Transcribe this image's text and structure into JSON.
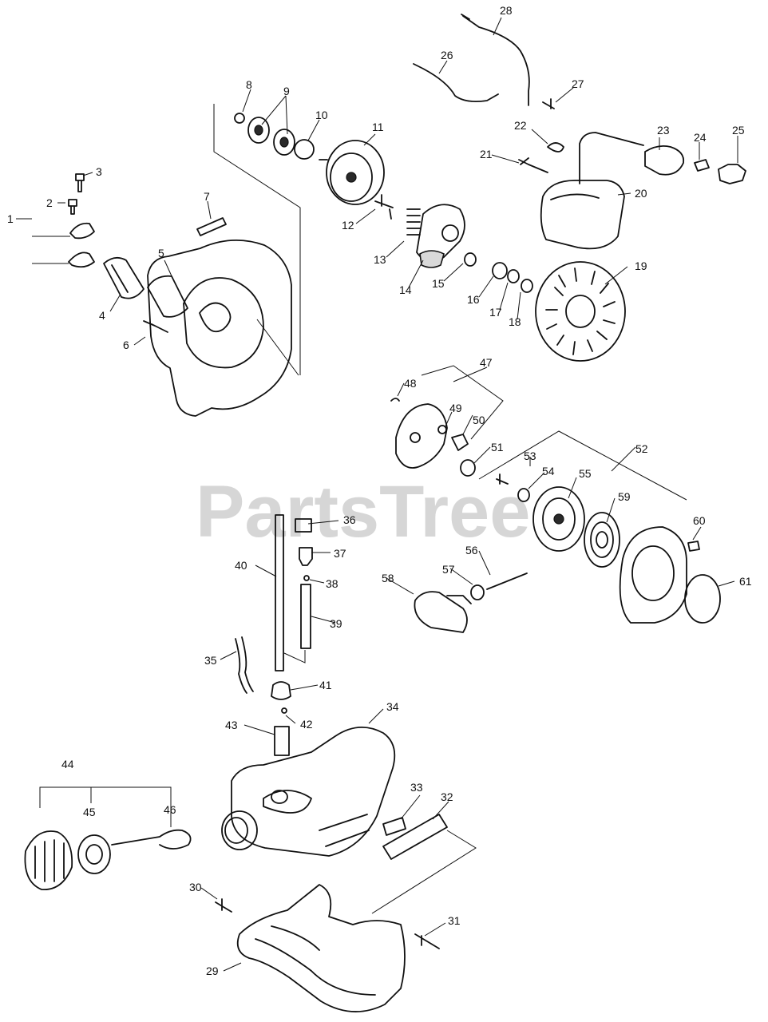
{
  "watermark": "PartsTree",
  "part_numbers": [
    "1",
    "2",
    "3",
    "4",
    "5",
    "6",
    "7",
    "8",
    "9",
    "10",
    "11",
    "12",
    "13",
    "14",
    "15",
    "16",
    "17",
    "18",
    "19",
    "20",
    "21",
    "22",
    "23",
    "24",
    "25",
    "26",
    "27",
    "28",
    "29",
    "30",
    "31",
    "32",
    "33",
    "34",
    "35",
    "36",
    "37",
    "38",
    "39",
    "40",
    "41",
    "42",
    "43",
    "44",
    "45",
    "46",
    "47",
    "48",
    "49",
    "50",
    "51",
    "52",
    "53",
    "54",
    "55",
    "56",
    "57",
    "58",
    "59",
    "60",
    "61"
  ]
}
